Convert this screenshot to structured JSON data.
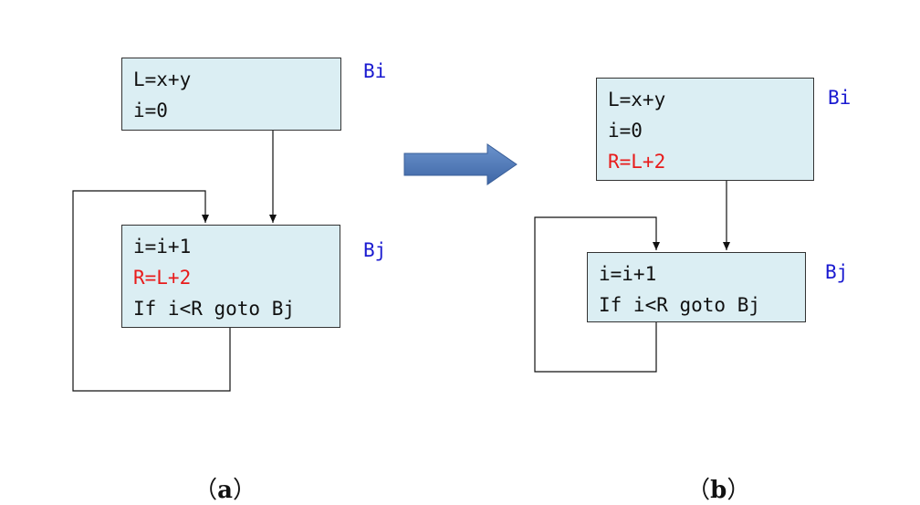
{
  "diagram_a": {
    "caption": {
      "open": "（",
      "letter": "a",
      "close": "）"
    },
    "block_i": {
      "label": "Bi",
      "lines": [
        "L=x+y",
        "i=0"
      ]
    },
    "block_j": {
      "label": "Bj",
      "lines": [
        "i=i+1",
        "R=L+2",
        "If i<R goto Bj"
      ],
      "highlighted_line": "R=L+2"
    }
  },
  "diagram_b": {
    "caption": {
      "open": "（",
      "letter": "b",
      "close": "）"
    },
    "block_i": {
      "label": "Bi",
      "lines": [
        "L=x+y",
        "i=0",
        "R=L+2"
      ],
      "highlighted_line": "R=L+2"
    },
    "block_j": {
      "label": "Bj",
      "lines": [
        "i=i+1",
        "If i<R goto Bj"
      ]
    }
  },
  "colors": {
    "box_fill": "#dbeef3",
    "block_label": "#1a1ad0",
    "highlight_text": "#e81b1b",
    "transform_arrow": "#4f79b8"
  }
}
